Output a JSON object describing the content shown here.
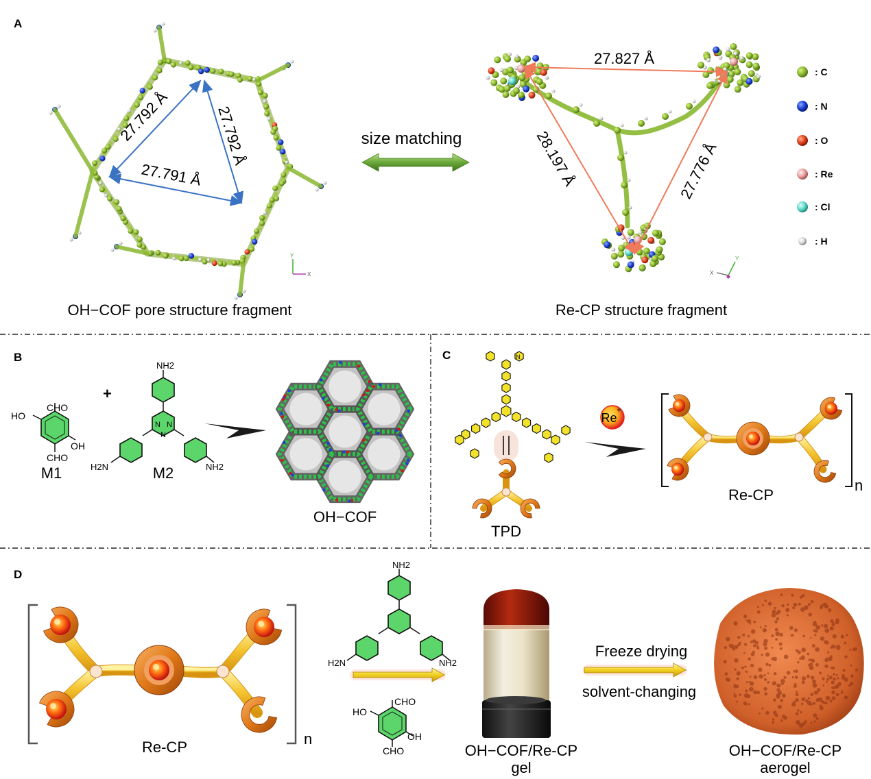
{
  "panels": {
    "A": {
      "letter": "A",
      "left_caption": "OH−COF pore structure fragment",
      "right_caption": "Re-CP structure fragment",
      "middle_label": "size matching",
      "cof_distances": [
        "27.792 Å",
        "27.792 Å",
        "27.791 Å"
      ],
      "recp_distances": [
        "27.827 Å",
        "28.197 Å",
        "27.776 Å"
      ],
      "axis_left": [
        "Y",
        "X"
      ],
      "axis_right": [
        "X",
        "Y"
      ],
      "legend": [
        {
          "label": ": C",
          "color": "#8ab830"
        },
        {
          "label": ": N",
          "color": "#1b3fd6"
        },
        {
          "label": ": O",
          "color": "#e0401a"
        },
        {
          "label": ": Re",
          "color": "#e8a0a0"
        },
        {
          "label": ": Cl",
          "color": "#5fd8c8"
        },
        {
          "label": ": H",
          "color": "#d8d8d8"
        }
      ]
    },
    "B": {
      "letter": "B",
      "m1_label": "M1",
      "m2_label": "M2",
      "plus": "+",
      "product_label": "OH−COF",
      "m1_groups": [
        "CHO",
        "HO",
        "CHO",
        "OH"
      ],
      "m2_groups": [
        "NH2",
        "H2N",
        "NH2"
      ],
      "triazine_n": [
        "N",
        "N",
        "N"
      ]
    },
    "C": {
      "letter": "C",
      "ligand_label": "TPD",
      "metal_label": "Re",
      "metal_charge": "+",
      "product_label": "Re-CP",
      "subscript": "n",
      "pyridine_n": "N"
    },
    "D": {
      "letter": "D",
      "recp_label": "Re-CP",
      "subscript": "n",
      "gel_label": [
        "OH−COF/Re-CP",
        "gel"
      ],
      "aerogel_label": [
        "OH−COF/Re-CP",
        "aerogel"
      ],
      "arrow_top": "Freeze drying",
      "arrow_bottom": "solvent-changing",
      "m2_groups": [
        "NH2",
        "H2N",
        "NH2"
      ],
      "m1_groups": [
        "CHO",
        "HO",
        "OH",
        "CHO"
      ]
    }
  },
  "colors": {
    "cof_arrow": "#3a72c4",
    "recp_line": "#f07a5a",
    "green_arrow": "#6aa83a",
    "black_arrow": "#1a1a1a",
    "ring_green": "#5cd66a",
    "ring_yellow": "#f2e22a",
    "node_orange": "#e08a28"
  }
}
